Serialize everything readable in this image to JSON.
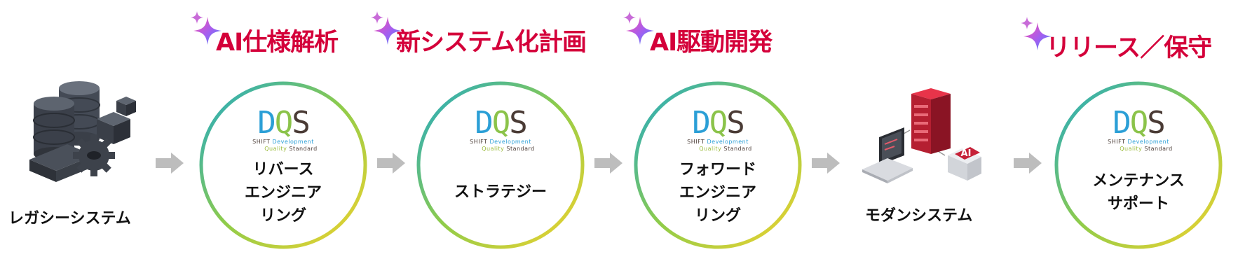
{
  "colors": {
    "header_red": "#d4003a",
    "ring_teal": "#1fa9c9",
    "ring_green": "#8fcc4a",
    "ring_yellow": "#f2d22e",
    "arrow_gray": "#bdbdbd"
  },
  "headers": [
    "AI仕様解析",
    "新システム化計画",
    "AI駆動開発",
    "リリース／保守"
  ],
  "start": {
    "label": "レガシーシステム",
    "icon": "database-server-gear-icon"
  },
  "modern": {
    "label": "モダンシステム",
    "icon": "server-laptop-ai-icon",
    "badge": "AI"
  },
  "logo": {
    "d": "D",
    "q": "Q",
    "s": "S",
    "tag_shift": "SHIFT",
    "tag_dev": "Development",
    "tag_quality": "Quality",
    "tag_standard": "Standard"
  },
  "rings": [
    {
      "lines": [
        "リバース",
        "エンジニア",
        "リング"
      ]
    },
    {
      "lines": [
        "ストラテジー"
      ]
    },
    {
      "lines": [
        "フォワード",
        "エンジニア",
        "リング"
      ]
    },
    {
      "lines": [
        "メンテナンス",
        "サポート"
      ]
    }
  ]
}
